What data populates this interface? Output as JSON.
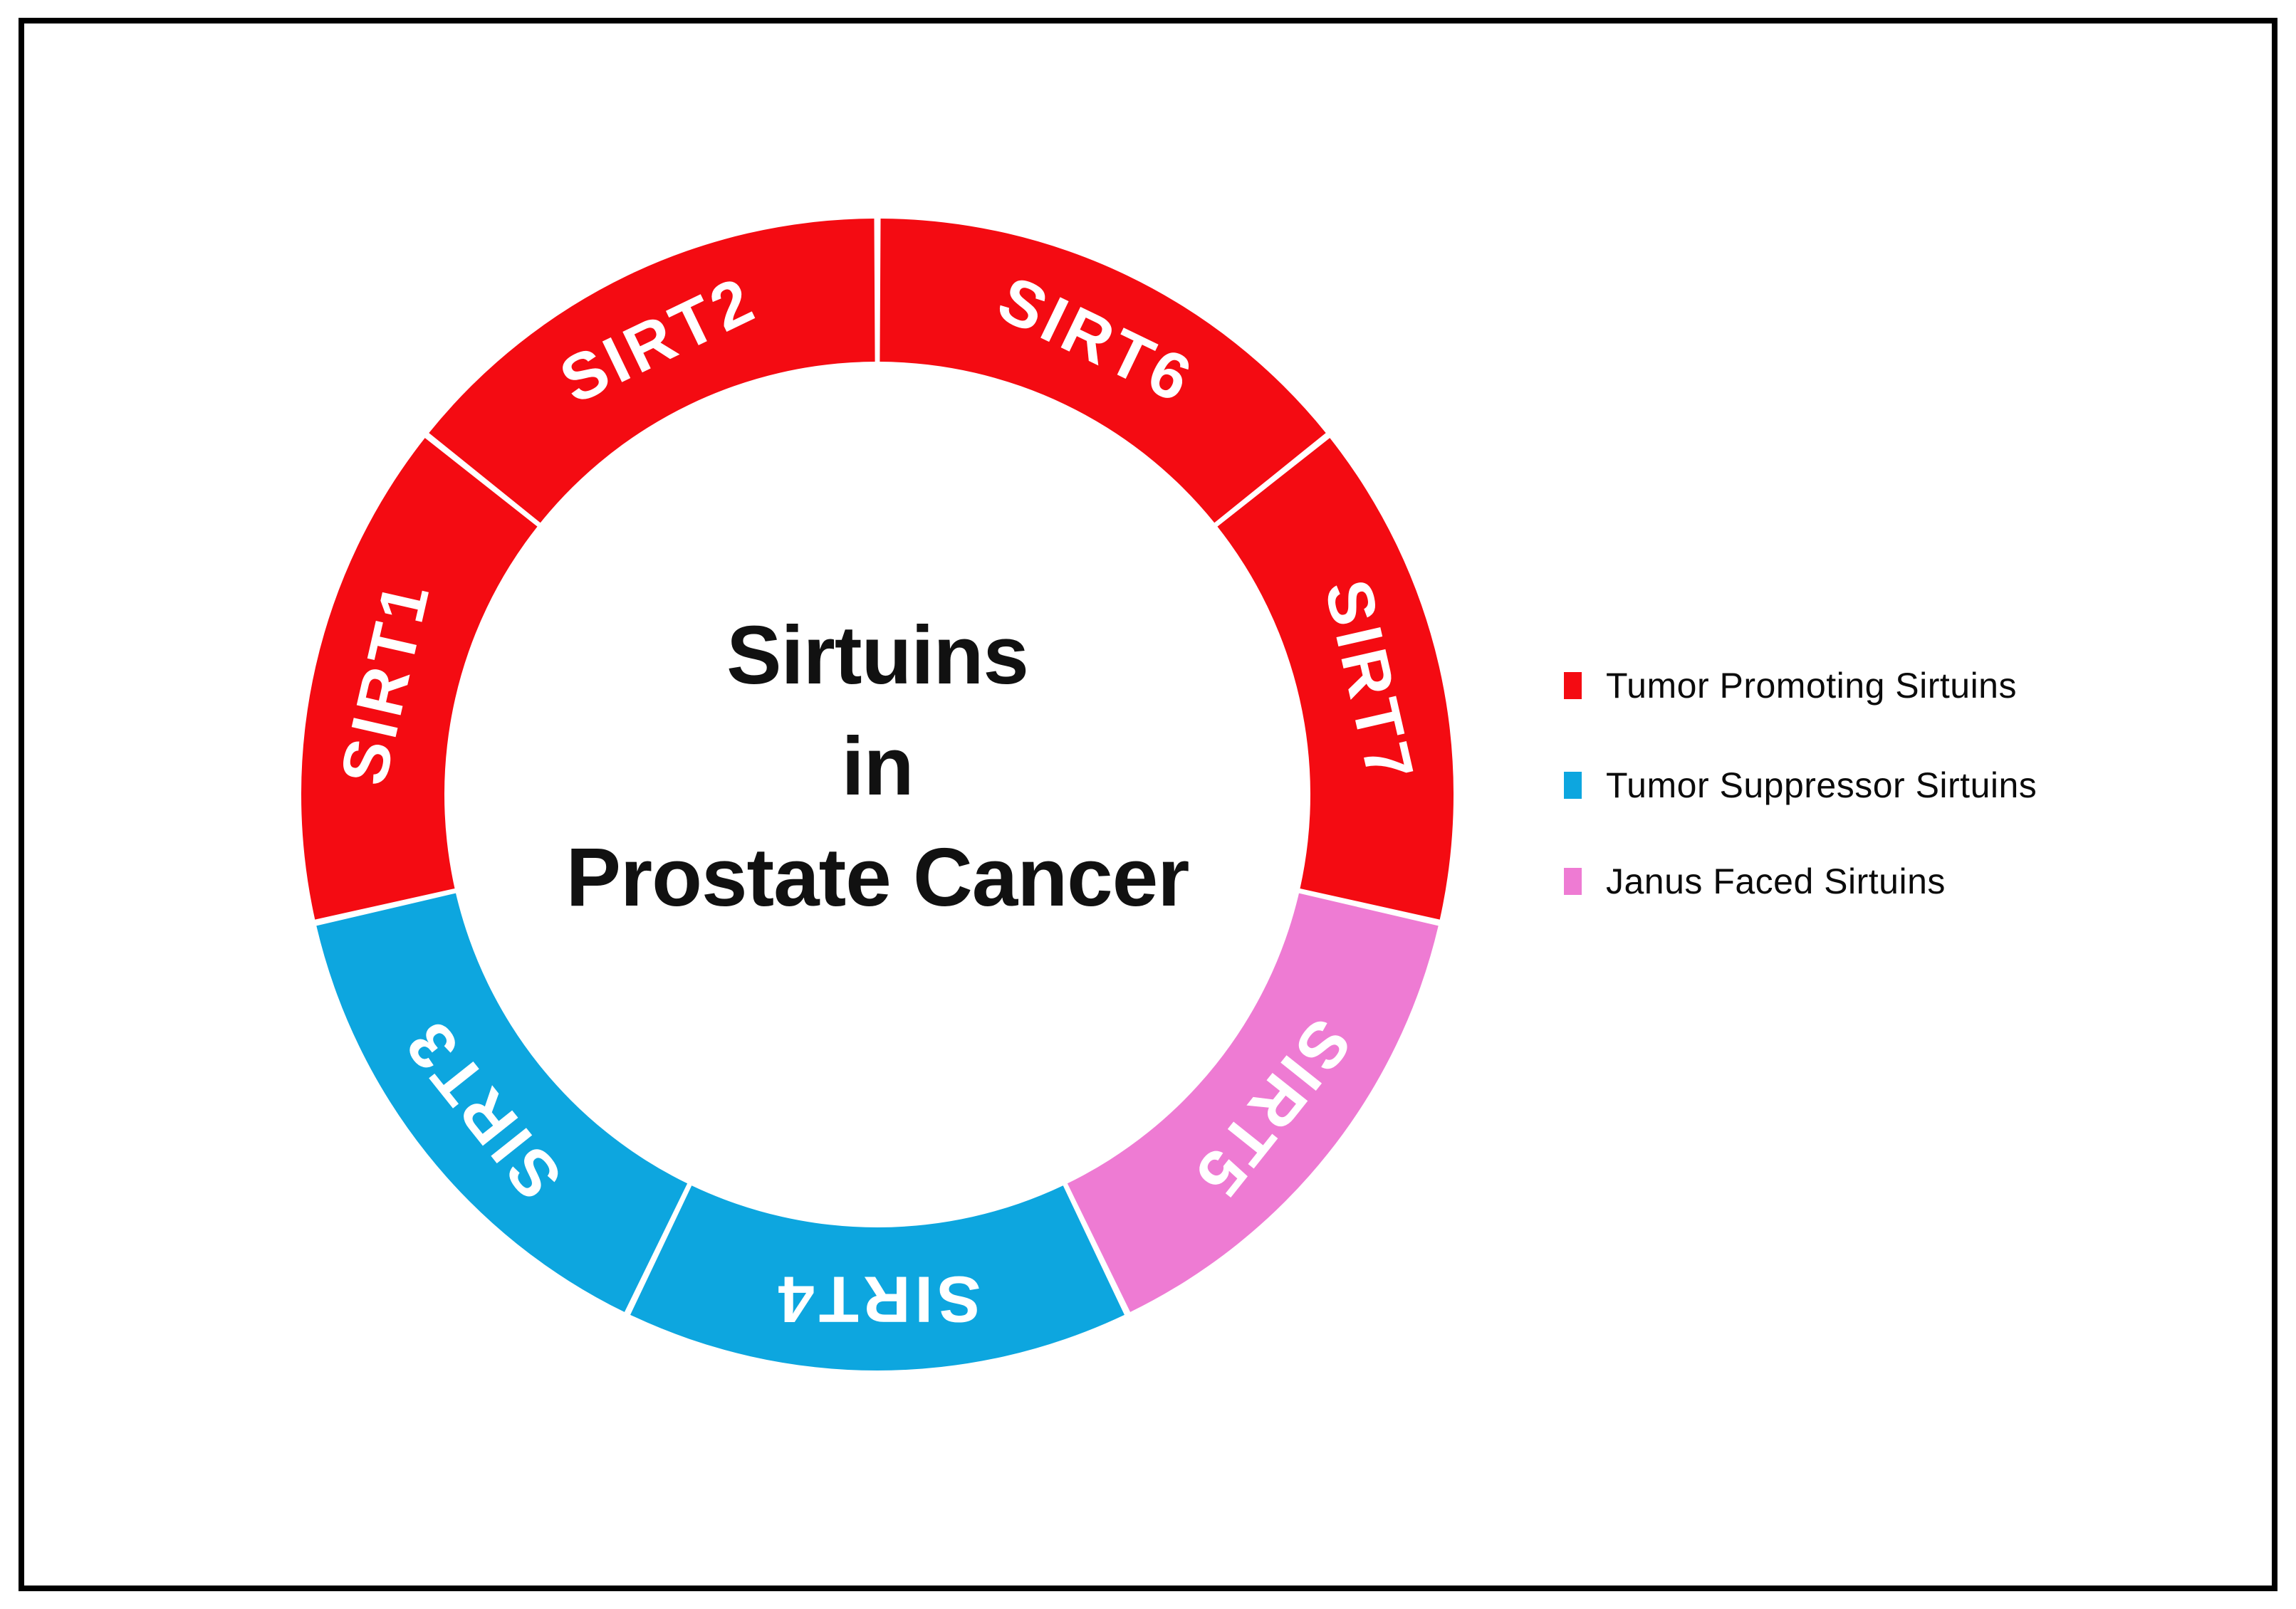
{
  "chart_data": {
    "type": "donut",
    "title": "Sirtuins in Prostate Cancer",
    "center_title_lines": [
      "Sirtuins",
      "in",
      "Prostate Cancer"
    ],
    "start_angle_deg": 90,
    "direction": "clockwise",
    "segments": [
      {
        "label": "SIRT6",
        "value": 1,
        "category": "Tumor Promoting Sirtuins",
        "color": "#F40B12"
      },
      {
        "label": "SIRT7",
        "value": 1,
        "category": "Tumor Promoting Sirtuins",
        "color": "#F40B12"
      },
      {
        "label": "SIRT5",
        "value": 1,
        "category": "Janus Faced Sirtuins",
        "color": "#EE7BD3"
      },
      {
        "label": "SIRT4",
        "value": 1,
        "category": "Tumor Suppressor Sirtuins",
        "color": "#0DA6DF"
      },
      {
        "label": "SIRT3",
        "value": 1,
        "category": "Tumor Suppressor Sirtuins",
        "color": "#0DA6DF"
      },
      {
        "label": "SIRT1",
        "value": 1,
        "category": "Tumor Promoting Sirtuins",
        "color": "#F40B12"
      },
      {
        "label": "SIRT2",
        "value": 1,
        "category": "Tumor Promoting Sirtuins",
        "color": "#F40B12"
      }
    ],
    "segment_label_color": "#FFFFFF",
    "legend": [
      {
        "label": "Tumor Promoting Sirtuins",
        "color": "#F40B12"
      },
      {
        "label": "Tumor Suppressor Sirtuins",
        "color": "#0DA6DF"
      },
      {
        "label": "Janus Faced Sirtuins",
        "color": "#EE7BD3"
      }
    ],
    "legend_position": "right",
    "grid": false
  }
}
